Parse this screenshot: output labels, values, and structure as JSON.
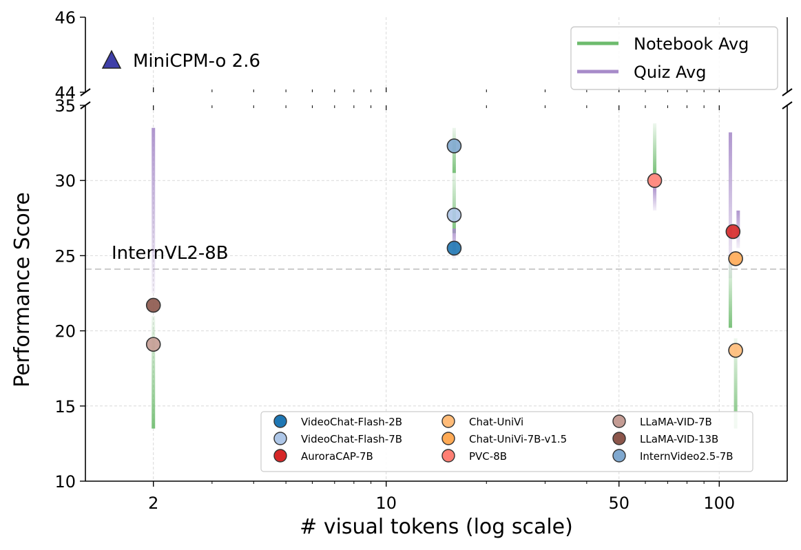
{
  "chart_data": {
    "type": "scatter",
    "title": "",
    "xlabel": "# visual tokens (log scale)",
    "ylabel": "Performance Score",
    "x_scale": "log",
    "x_range": [
      1.25,
      160
    ],
    "x_ticks": [
      2,
      10,
      50,
      100
    ],
    "y_lower_range": [
      10,
      35
    ],
    "y_lower_ticks": [
      10,
      15,
      20,
      25,
      30,
      35
    ],
    "y_upper_range": [
      44,
      46
    ],
    "y_upper_ticks": [
      44,
      46
    ],
    "broken_axis": true,
    "grid": true,
    "reference_line": {
      "label": "InternVL2-8B",
      "y": 24.1,
      "style": "dashed",
      "color": "#cccccc"
    },
    "highlight": {
      "label": "MiniCPM-o 2.6",
      "marker": "triangle",
      "color": "#3f3fa8"
    },
    "line_legend": {
      "placement": "top-right",
      "items": [
        {
          "label": "Notebook Avg",
          "color": "#6dbb6d"
        },
        {
          "label": "Quiz Avg",
          "color": "#a78bc9"
        }
      ]
    },
    "point_legend": {
      "placement": "lower-right",
      "columns": 3,
      "items": [
        {
          "label": "VideoChat-Flash-2B",
          "color": "#1f77b4"
        },
        {
          "label": "VideoChat-Flash-7B",
          "color": "#aec7e8"
        },
        {
          "label": "AuroraCAP-7B",
          "color": "#d62728"
        },
        {
          "label": "Chat-UniVi",
          "color": "#ffbb78"
        },
        {
          "label": "Chat-UniVi-7B-v1.5",
          "color": "#ffaa55"
        },
        {
          "label": "PVC-8B",
          "color": "#ff7f74"
        },
        {
          "label": "LLaMA-VID-7B",
          "color": "#c49c94"
        },
        {
          "label": "LLaMA-VID-13B",
          "color": "#8c564b"
        },
        {
          "label": "InternVideo2.5-7B",
          "color": "#7fa8cf"
        }
      ]
    },
    "points": [
      {
        "model": "LLaMA-VID-13B",
        "x": 2,
        "y": 21.7,
        "color": "#8c564b"
      },
      {
        "model": "LLaMA-VID-7B",
        "x": 2,
        "y": 19.1,
        "color": "#c49c94"
      },
      {
        "model": "InternVideo2.5-7B",
        "x": 16,
        "y": 32.3,
        "color": "#7fa8cf"
      },
      {
        "model": "VideoChat-Flash-7B",
        "x": 16,
        "y": 27.7,
        "color": "#aec7e8"
      },
      {
        "model": "VideoChat-Flash-2B",
        "x": 16,
        "y": 25.5,
        "color": "#1f77b4"
      },
      {
        "model": "PVC-8B",
        "x": 64,
        "y": 30.0,
        "color": "#ff7f74"
      },
      {
        "model": "AuroraCAP-7B",
        "x": 110,
        "y": 26.6,
        "color": "#d62728"
      },
      {
        "model": "Chat-UniVi-7B-v1.5",
        "x": 112,
        "y": 24.8,
        "color": "#ffaa55"
      },
      {
        "model": "Chat-UniVi",
        "x": 112,
        "y": 18.7,
        "color": "#ffbb78"
      }
    ],
    "range_bars": [
      {
        "x": 2,
        "series": "Quiz Avg",
        "y_low": 22.5,
        "y_high": 33.5,
        "color": "#a78bc9"
      },
      {
        "x": 2,
        "series": "Notebook Avg",
        "y_low": 13.5,
        "y_high": 21.0,
        "color": "#6dbb6d"
      },
      {
        "x": 16,
        "series": "Notebook Avg",
        "y_low": 30.5,
        "y_high": 33.5,
        "color": "#6dbb6d"
      },
      {
        "x": 16,
        "series": "Notebook Avg",
        "y_low": 26.5,
        "y_high": 30.7,
        "color": "#6dbb6d"
      },
      {
        "x": 16,
        "series": "Quiz Avg",
        "y_low": 24.8,
        "y_high": 26.8,
        "color": "#a78bc9"
      },
      {
        "x": 64,
        "series": "Notebook Avg",
        "y_low": 30.5,
        "y_high": 33.8,
        "color": "#6dbb6d"
      },
      {
        "x": 64,
        "series": "Quiz Avg",
        "y_low": 28.0,
        "y_high": 29.5,
        "color": "#a78bc9"
      },
      {
        "x": 108,
        "series": "Quiz Avg",
        "y_low": 23.5,
        "y_high": 33.2,
        "color": "#a78bc9"
      },
      {
        "x": 114,
        "series": "Quiz Avg",
        "y_low": 25.5,
        "y_high": 28.0,
        "color": "#a78bc9"
      },
      {
        "x": 108,
        "series": "Notebook Avg",
        "y_low": 20.2,
        "y_high": 24.5,
        "color": "#6dbb6d"
      },
      {
        "x": 112,
        "series": "Notebook Avg",
        "y_low": 13.5,
        "y_high": 19.5,
        "color": "#6dbb6d"
      }
    ]
  }
}
